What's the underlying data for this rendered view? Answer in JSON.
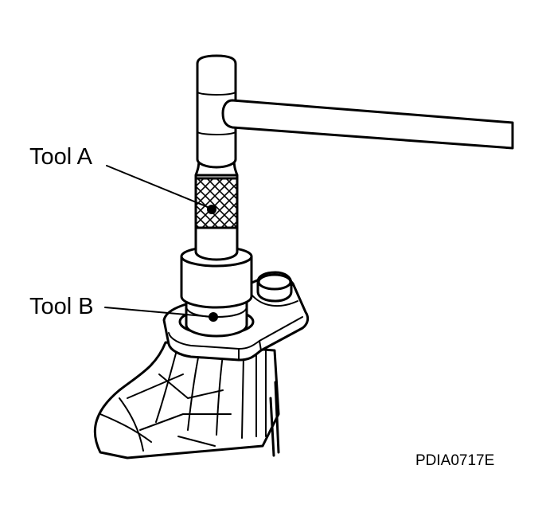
{
  "callouts": {
    "tool_a": "Tool A",
    "tool_b": "Tool B"
  },
  "figure_code": "PDIA0717E"
}
